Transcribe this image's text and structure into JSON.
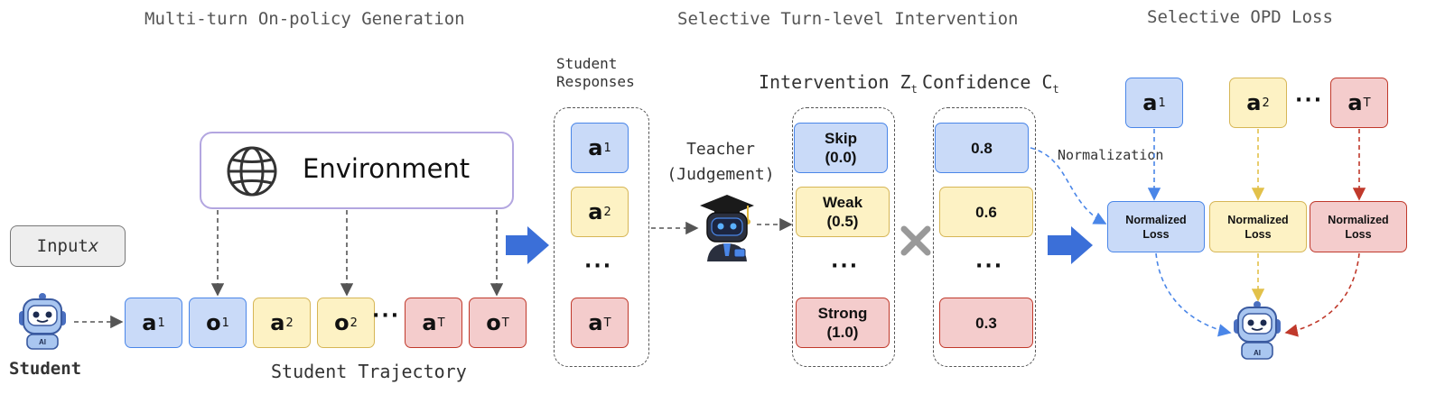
{
  "titles": {
    "generation": "Multi-turn On-policy Generation",
    "intervention": "Selective Turn-level Intervention",
    "loss": "Selective OPD Loss"
  },
  "input_bubble": {
    "text": "Input ",
    "var": "x"
  },
  "student_label": "Student",
  "ai_badge": "AI",
  "environment_label": "Environment",
  "trajectory_label": "Student Trajectory",
  "trajectory": [
    {
      "main": "a",
      "sub": "1"
    },
    {
      "main": "o",
      "sub": "1"
    },
    {
      "main": "a",
      "sub": "2"
    },
    {
      "main": "o",
      "sub": "2"
    },
    {
      "main": "a",
      "sub": "T"
    },
    {
      "main": "o",
      "sub": "T"
    }
  ],
  "ellipsis": "···",
  "student_responses_label": [
    "Student",
    "Responses"
  ],
  "responses": [
    {
      "main": "a",
      "sub": "1"
    },
    {
      "main": "a",
      "sub": "2"
    },
    {
      "main": "a",
      "sub": "T"
    }
  ],
  "teacher_label": [
    "Teacher",
    "(Judgement)"
  ],
  "intervention_header": {
    "text": "Intervention Z",
    "sub": "t"
  },
  "confidence_header": {
    "text": "Confidence C",
    "sub": "t"
  },
  "interventions": [
    {
      "name": "Skip",
      "value": "(0.0)"
    },
    {
      "name": "Weak",
      "value": "(0.5)"
    },
    {
      "name": "Strong",
      "value": "(1.0)"
    }
  ],
  "confidences": [
    "0.8",
    "0.6",
    "0.3"
  ],
  "normalization_label": "Normalization",
  "loss_inputs": [
    {
      "main": "a",
      "sub": "1"
    },
    {
      "main": "a",
      "sub": "2"
    },
    {
      "main": "a",
      "sub": "T"
    }
  ],
  "normalized_loss": [
    "Normalized",
    "Loss"
  ],
  "colors": {
    "blue": "#4a86e8",
    "yellow": "#d6b656",
    "red": "#c0392b",
    "arrow": "#3b6fd8"
  }
}
